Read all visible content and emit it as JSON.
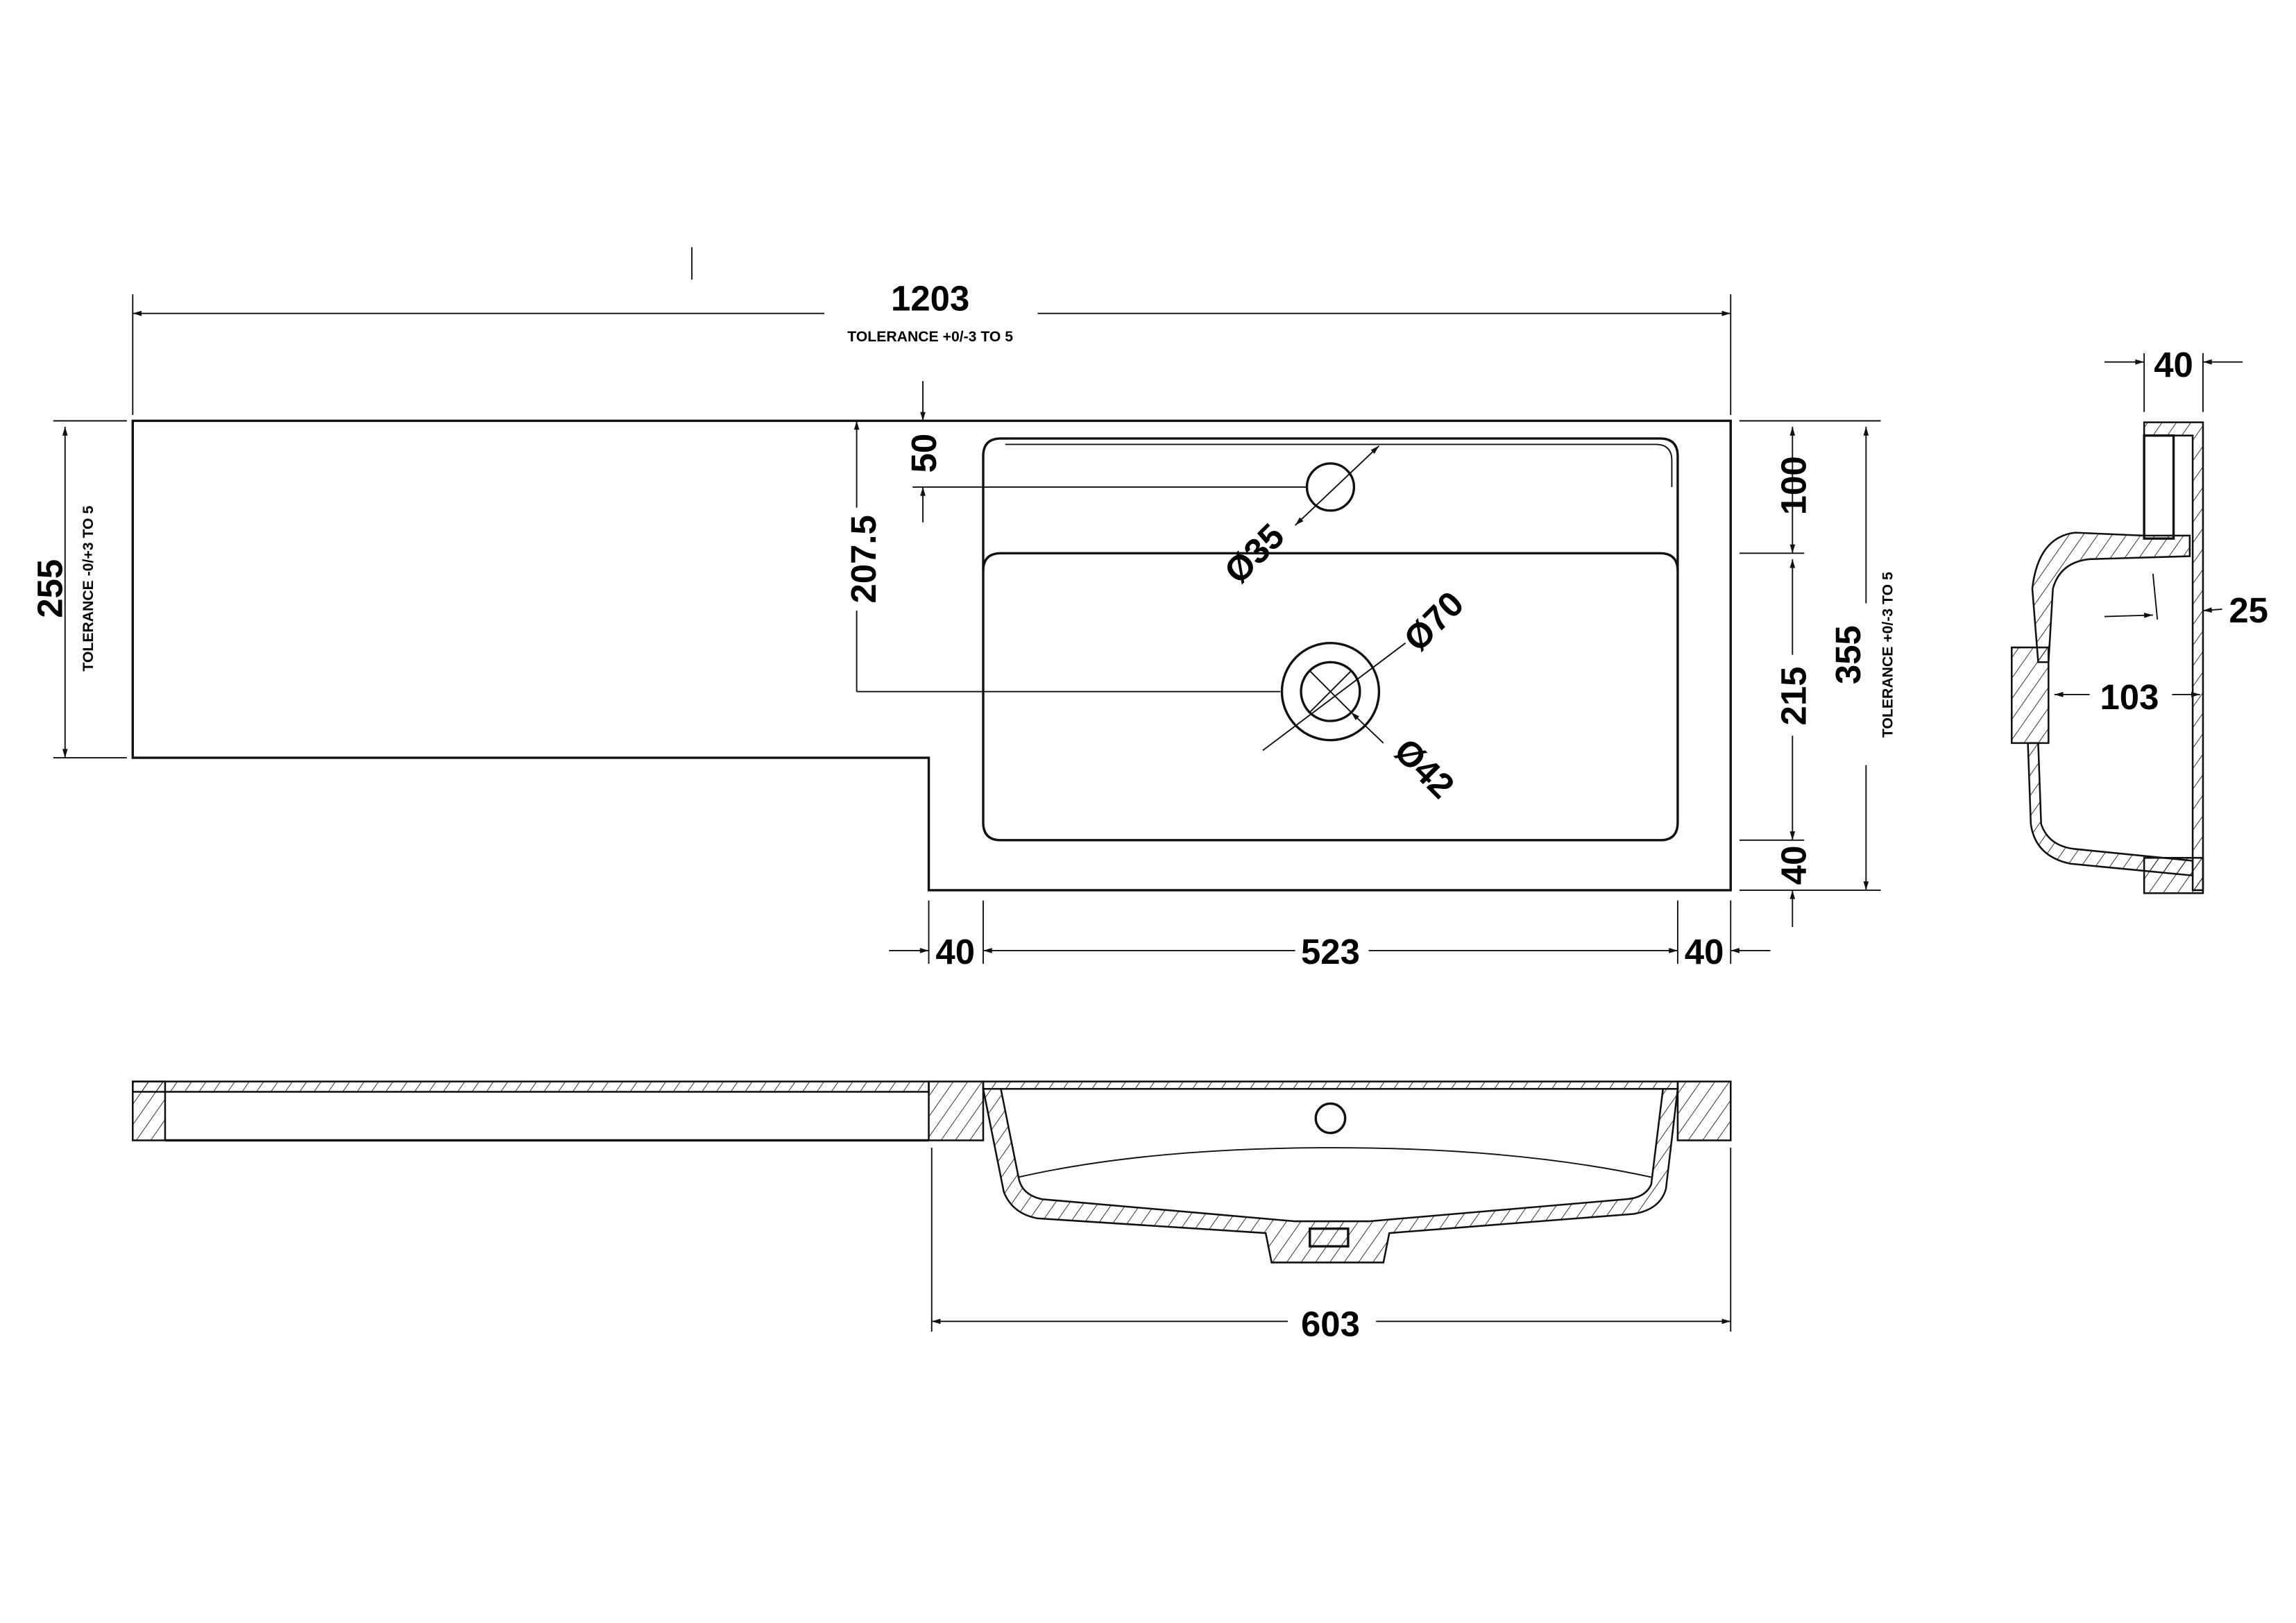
{
  "title": "Basin vanity unit technical drawing",
  "dimensions": {
    "overall_width": "1203",
    "overall_width_tolerance": "TOLERANCE +0/-3 TO 5",
    "left_depth": "255",
    "left_depth_tolerance": "TOLERANCE -0/+3 TO 5",
    "tap_offset": "50",
    "waste_offset": "207.5",
    "tap_hole": "Ø35",
    "waste_outer": "Ø70",
    "waste_inner": "Ø42",
    "right_top": "100",
    "right_bowl": "215",
    "right_bottom": "40",
    "overall_depth": "355",
    "overall_depth_tolerance": "TOLERANCE +0/-3 TO 5",
    "bottom_left_rim": "40",
    "bowl_width": "523",
    "bottom_right_rim": "40",
    "basin_width": "603",
    "side_rim": "40",
    "side_wall": "25",
    "side_depth": "103"
  }
}
